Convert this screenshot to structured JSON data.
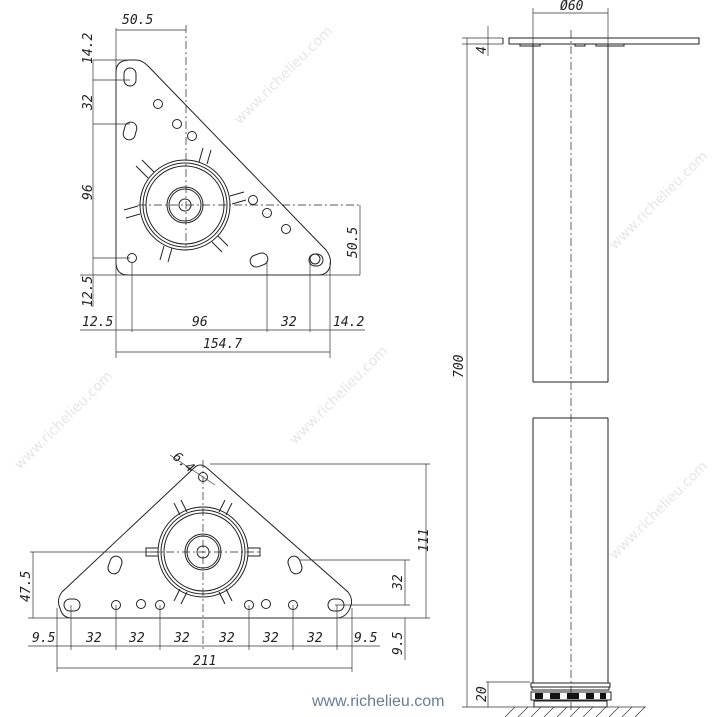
{
  "watermark": "www.richelieu.com",
  "brand_text": "www.richelieu.com",
  "top_plate": {
    "dims": {
      "top_width": "50.5",
      "left_a": "14.2",
      "left_b": "32",
      "left_c": "96",
      "left_d": "12.5",
      "bottom_a": "12.5",
      "bottom_b": "96",
      "bottom_c": "32",
      "bottom_d": "14.2",
      "overall": "154.7",
      "right": "50.5"
    }
  },
  "bottom_plate": {
    "dims": {
      "hole": "6.4",
      "height": "111",
      "left_height": "47.5",
      "right_32": "32",
      "right_9_5": "9.5",
      "edge_left": "9.5",
      "edge_right": "9.5",
      "spacing": [
        "32",
        "32",
        "32",
        "32",
        "32",
        "32"
      ],
      "overall": "211"
    }
  },
  "leg": {
    "dims": {
      "diameter": "Ø60",
      "plate_thickness": "4",
      "height": "700",
      "foot": "20"
    }
  }
}
